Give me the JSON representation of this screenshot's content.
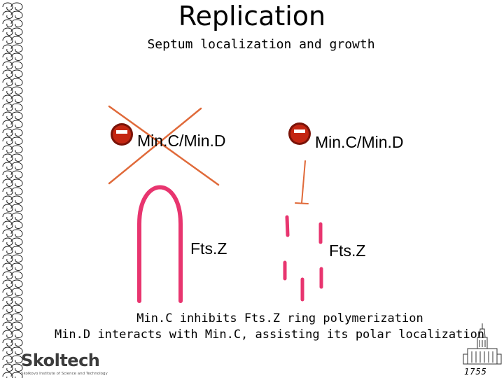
{
  "header": {
    "title": "Replication",
    "subtitle": "Septum localization and growth"
  },
  "left_panel": {
    "inhibitor_label": "Min.C/Min.D",
    "ring_label": "Fts.Z",
    "crossed_out": true
  },
  "right_panel": {
    "inhibitor_label": "Min.C/Min.D",
    "ring_label": "Fts.Z"
  },
  "captions": {
    "line1": "Min.C inhibits Fts.Z ring polymerization",
    "line2": "Min.D interacts with Min.C, assisting its polar localization"
  },
  "footer": {
    "logo_text": "Skoltech",
    "logo_sub": "Skolkovo Institute of Science and Technology",
    "year": "1755"
  },
  "colors": {
    "ring": "#e8356f",
    "cross": "#e06a3a",
    "inhibition_arrow": "#e06a3a",
    "minus_badge": "#b51c0c"
  },
  "icons": [
    "minus-badge-icon",
    "inhibition-arrow-icon",
    "cross-out-icon",
    "university-building-icon"
  ]
}
